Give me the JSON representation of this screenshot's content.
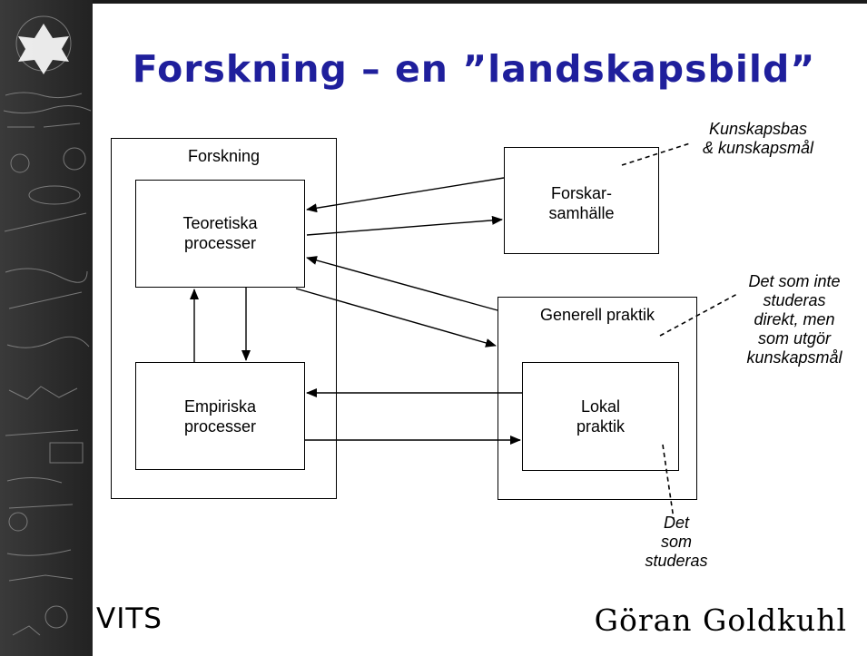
{
  "slide": {
    "title": "Forskning – en ”landskapsbild”",
    "title_color": "#1f1f9c"
  },
  "boxes": {
    "forskning": "Forskning",
    "teoretiska": [
      "Teoretiska",
      "processer"
    ],
    "empiriska": [
      "Empiriska",
      "processer"
    ],
    "forskarsamhalle": [
      "Forskar-",
      "samhälle"
    ],
    "generell_praktik": "Generell praktik",
    "lokal_praktik": [
      "Lokal",
      "praktik"
    ]
  },
  "notes": {
    "kunskapsbas": [
      "Kunskapsbas",
      "& kunskapsmål"
    ],
    "inte_studeras": [
      "Det som inte",
      "studeras",
      "direkt, men",
      "som utgör",
      "kunskapsmål"
    ],
    "studeras": [
      "Det",
      "som",
      "studeras"
    ]
  },
  "footer": {
    "left": "VITS",
    "right": "Göran Goldkuhl"
  }
}
